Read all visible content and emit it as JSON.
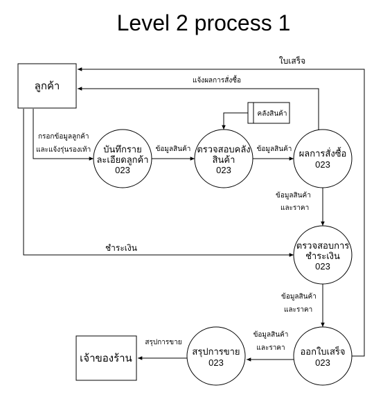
{
  "title": "Level 2 process 1",
  "entities": {
    "customer": "ลูกค้า",
    "owner": "เจ้าของร้าน"
  },
  "datastore": {
    "label": "คลังสินค้า"
  },
  "processes": [
    {
      "id": "p1",
      "line1": "บันทึกราย",
      "line2": "ละเอียดลูกค้า",
      "num": "023"
    },
    {
      "id": "p2",
      "line1": "ตรวจสอบคลัง",
      "line2": "สินค้า",
      "num": "023"
    },
    {
      "id": "p3",
      "line1": "ผลการสั่งซื้อ",
      "line2": "",
      "num": "023"
    },
    {
      "id": "p4",
      "line1": "ตรวจสอบการ",
      "line2": "ชำระเงิน",
      "num": "023"
    },
    {
      "id": "p5",
      "line1": "ออกใบเสร็จ",
      "line2": "",
      "num": "023"
    },
    {
      "id": "p6",
      "line1": "สรุปการขาย",
      "line2": "",
      "num": "023"
    }
  ],
  "flows": {
    "receipt": "ใบเสร็จ",
    "order_result_notice": "แจ้งผลการสั่งซื้อ",
    "customer_info_1": "กรอกข้อมูลลูกค้า",
    "customer_info_2": "และแจ้งรุ่นรองเท้า",
    "product_info_a": "ข้อมูลสินค้า",
    "product_info_b": "ข้อมูลสินค้า",
    "product_price_1a": "ข้อมูลสินค้า",
    "product_price_1b": "และราคา",
    "payment": "ชำระเงิน",
    "product_price_2a": "ข้อมูลสินค้า",
    "product_price_2b": "และราคา",
    "product_price_3a": "ข้อมูลสินค้า",
    "product_price_3b": "และราคา",
    "sales_summary": "สรุปการขาย"
  }
}
